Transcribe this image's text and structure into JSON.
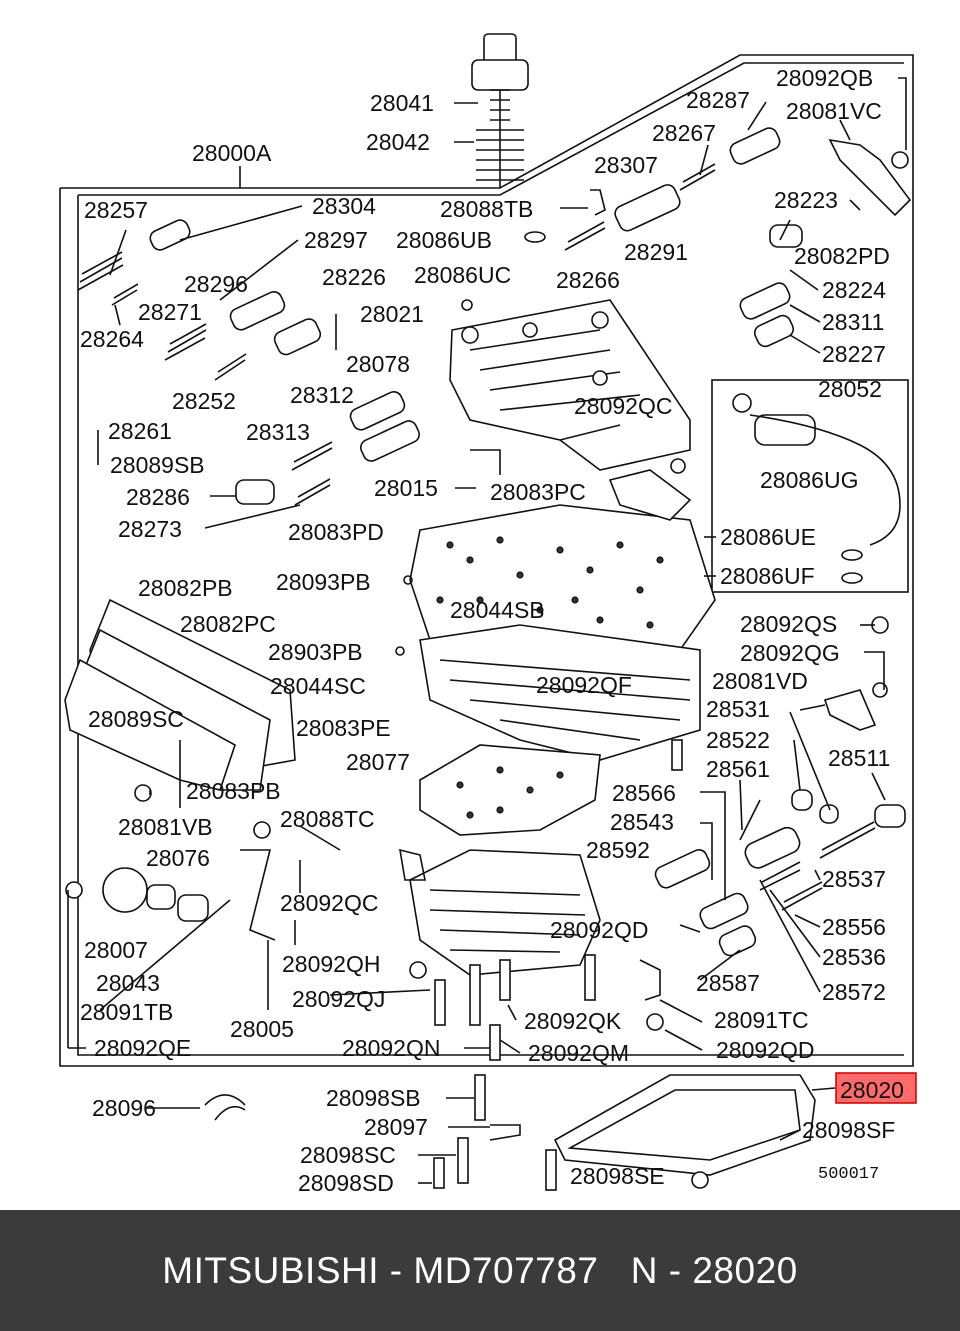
{
  "diagram": {
    "part_labels": [
      "28041",
      "28042",
      "28000A",
      "28092QB",
      "28287",
      "28081VC",
      "28267",
      "28307",
      "28088TB",
      "28257",
      "28304",
      "28297",
      "28296",
      "28226",
      "28086UB",
      "28086UC",
      "28266",
      "28291",
      "28223",
      "28082PD",
      "28224",
      "28311",
      "28227",
      "28264",
      "28271",
      "28021",
      "28078",
      "28052",
      "28252",
      "28312",
      "28313",
      "28261",
      "28089SB",
      "28092QC",
      "28086UG",
      "28286",
      "28015",
      "28083PC",
      "28273",
      "28083PD",
      "28086UE",
      "28086UF",
      "28093PB",
      "28044SB",
      "28092QS",
      "28082PB",
      "28082PC",
      "28092QG",
      "28903PB",
      "28044SC",
      "28092QF",
      "28081VD",
      "28089SC",
      "28083PE",
      "28531",
      "28522",
      "28511",
      "28077",
      "28561",
      "28083PB",
      "28566",
      "28081VB",
      "28088TC",
      "28543",
      "28076",
      "28592",
      "28537",
      "28092QC",
      "28556",
      "28007",
      "28092QD",
      "28536",
      "28043",
      "28092QH",
      "28587",
      "28572",
      "28091TB",
      "28092QJ",
      "28005",
      "28092QK",
      "28091TC",
      "28092QE",
      "28092QN",
      "28092QM",
      "28092QD",
      "28098SB",
      "28020",
      "28096",
      "28097",
      "28098SF",
      "28098SC",
      "28098SE",
      "28098SD"
    ],
    "highlight_label": "28020",
    "highlight_color": "#ff0000",
    "drawing_code": "500017"
  },
  "footer": {
    "text": "MITSUBISHI - MD707787   N - 28020"
  }
}
